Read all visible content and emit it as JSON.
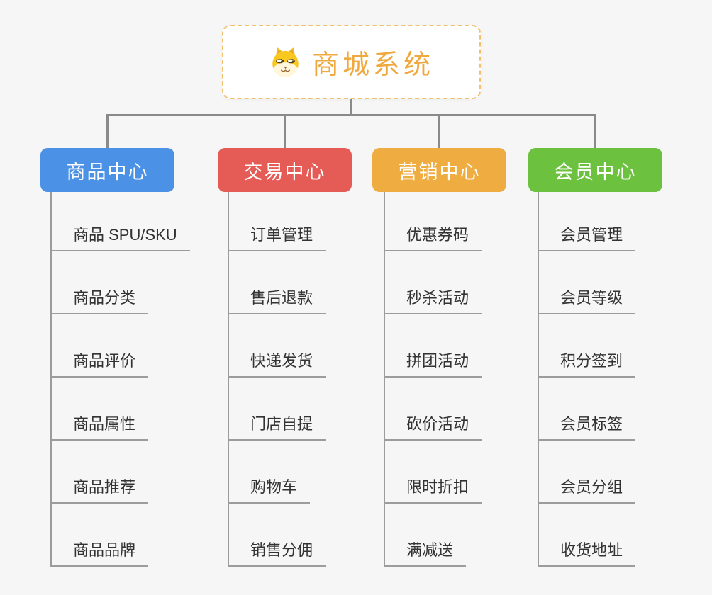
{
  "root": {
    "title": "商城系统",
    "icon": "doge-icon",
    "accent_color": "#EFA93F",
    "border_color": "#F2C06E"
  },
  "connector_color": "#8A8A8A",
  "leaf_line_color": "#9C9C9C",
  "branches": [
    {
      "label": "商品中心",
      "color": "#4B92E6",
      "children": [
        "商品 SPU/SKU",
        "商品分类",
        "商品评价",
        "商品属性",
        "商品推荐",
        "商品品牌"
      ]
    },
    {
      "label": "交易中心",
      "color": "#E55B56",
      "children": [
        "订单管理",
        "售后退款",
        "快递发货",
        "门店自提",
        "购物车",
        "销售分佣"
      ]
    },
    {
      "label": "营销中心",
      "color": "#EFAD41",
      "children": [
        "优惠券码",
        "秒杀活动",
        "拼团活动",
        "砍价活动",
        "限时折扣",
        "满减送"
      ]
    },
    {
      "label": "会员中心",
      "color": "#6CC13F",
      "children": [
        "会员管理",
        "会员等级",
        "积分签到",
        "会员标签",
        "会员分组",
        "收货地址"
      ]
    }
  ]
}
